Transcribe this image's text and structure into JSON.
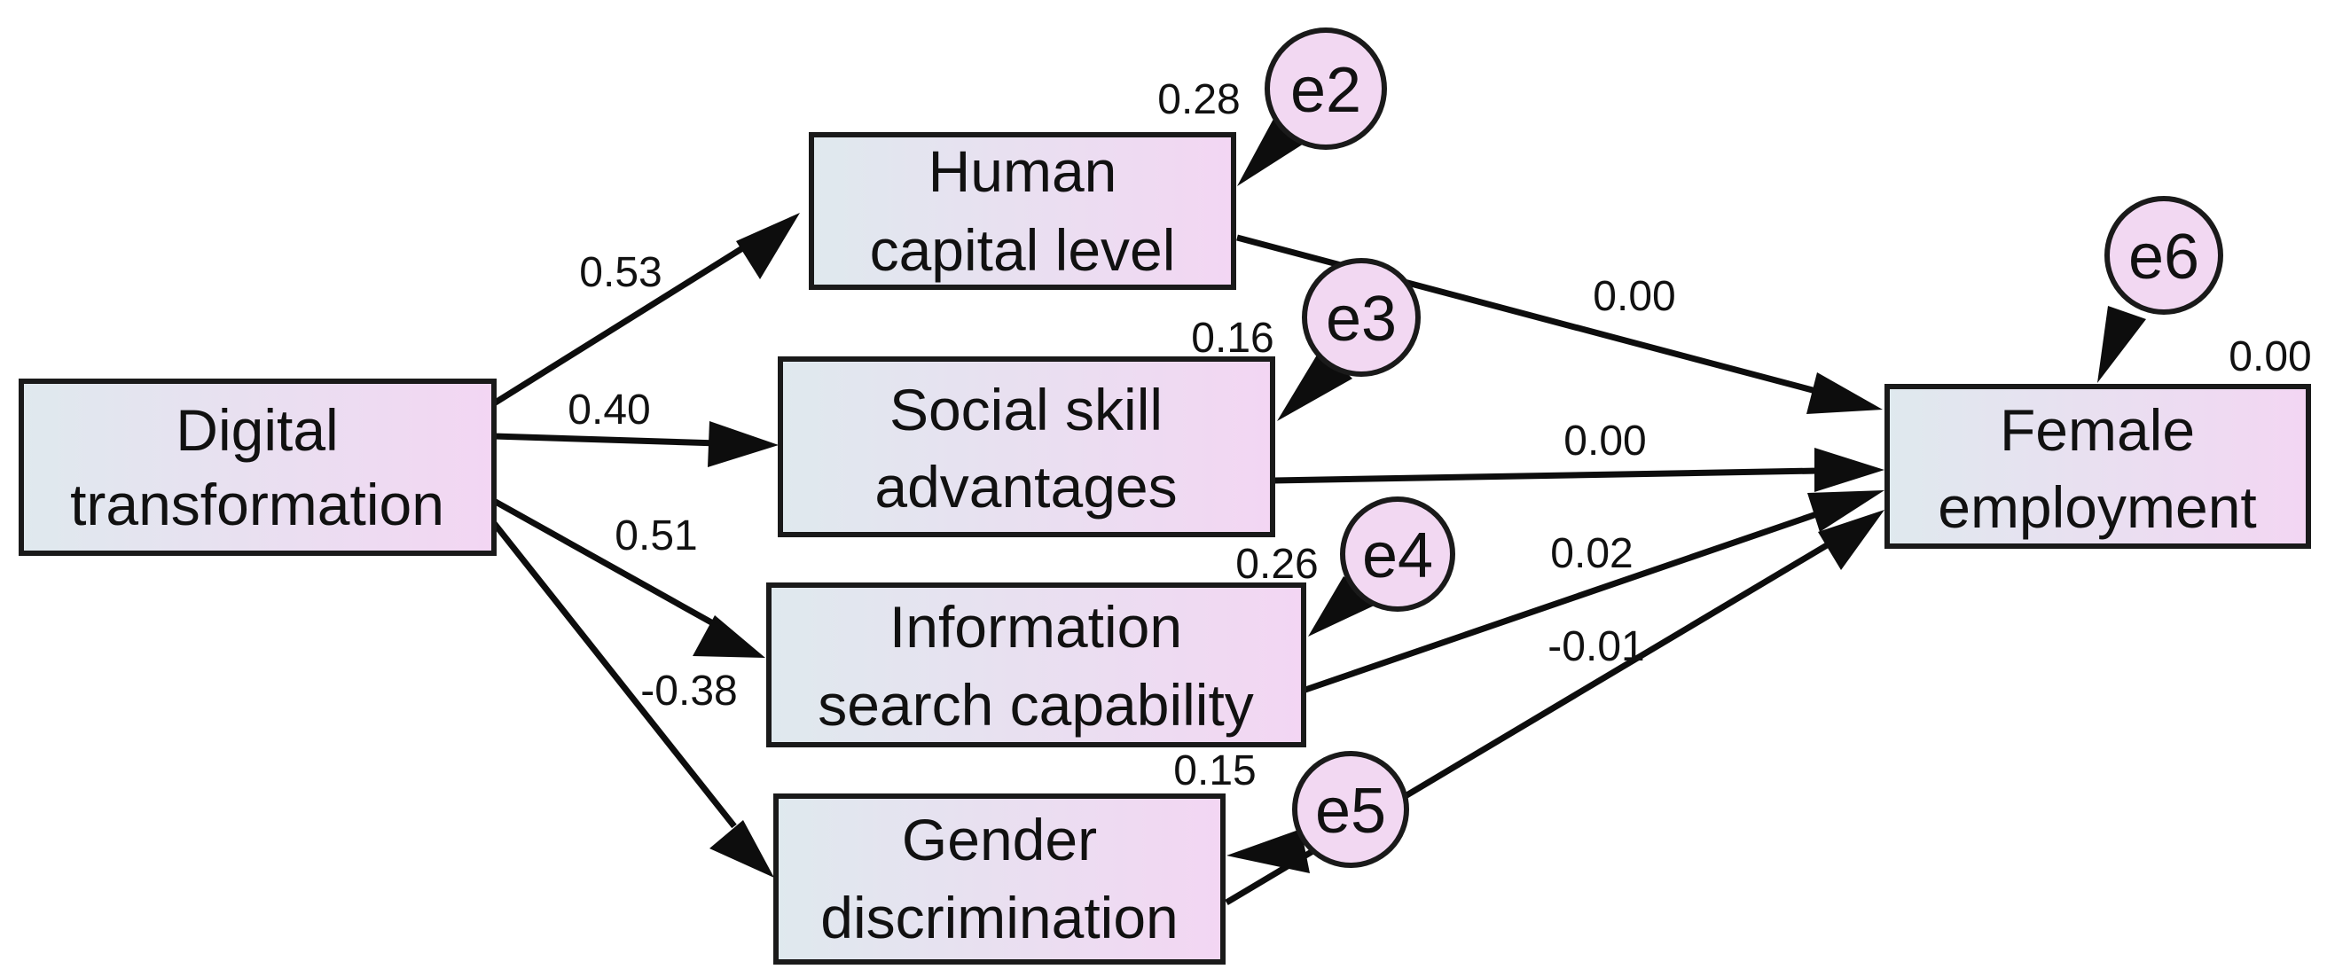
{
  "colors": {
    "box_fill_left": "#dfe9ee",
    "box_fill_right": "#f3d6f3",
    "circle_fill": "#f2d8f2",
    "stroke": "#1a1a1a"
  },
  "variables": {
    "digital": [
      "Digital",
      "transformation"
    ],
    "human": [
      "Human",
      "capital level"
    ],
    "social": [
      "Social skill",
      "advantages"
    ],
    "info": [
      "Information",
      "search capability"
    ],
    "gender": [
      "Gender",
      "discrimination"
    ],
    "female": [
      "Female",
      "employment"
    ]
  },
  "errors": {
    "e2": "e2",
    "e3": "e3",
    "e4": "e4",
    "e5": "e5",
    "e6": "e6"
  },
  "r_squared": {
    "human": "0.28",
    "social": "0.16",
    "info": "0.26",
    "gender": "0.15",
    "female": "0.00"
  },
  "paths": {
    "digital_human": "0.53",
    "digital_social": "0.40",
    "digital_info": "0.51",
    "digital_gender": "-0.38",
    "human_female": "0.00",
    "social_female": "0.00",
    "info_female": "0.02",
    "gender_female": "-0.01"
  }
}
